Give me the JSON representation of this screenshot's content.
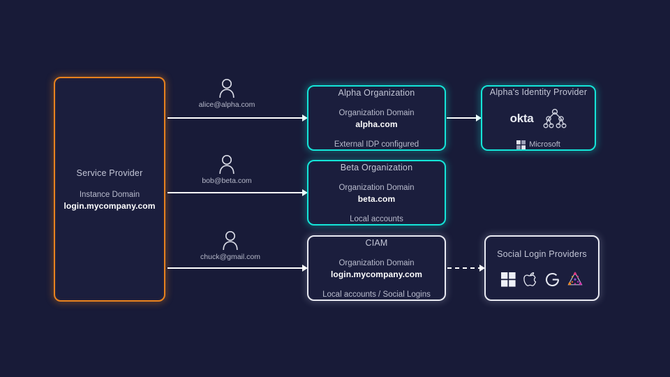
{
  "diagram": {
    "background_color": "#181b38",
    "accent_orange": "#e8821e",
    "accent_cyan": "#14e5d8",
    "accent_white": "#e9eaf2"
  },
  "service_provider": {
    "title": "Service Provider",
    "domain_label": "Instance Domain",
    "domain_value": "login.mycompany.com"
  },
  "users": [
    {
      "icon": "person-icon",
      "email": "alice@alpha.com"
    },
    {
      "icon": "person-icon",
      "email": "bob@beta.com"
    },
    {
      "icon": "person-icon",
      "email": "chuck@gmail.com"
    }
  ],
  "organizations": [
    {
      "title": "Alpha Organization",
      "domain_label": "Organization Domain",
      "domain_value": "alpha.com",
      "footer": "External IDP configured",
      "border_color": "#14e5d8"
    },
    {
      "title": "Beta Organization",
      "domain_label": "Organization Domain",
      "domain_value": "beta.com",
      "footer": "Local accounts",
      "border_color": "#14e5d8"
    },
    {
      "title": "CIAM",
      "domain_label": "Organization Domain",
      "domain_value": "login.mycompany.com",
      "footer": "Local accounts / Social Logins",
      "border_color": "#e9eaf2"
    }
  ],
  "identity_provider": {
    "title": "Alpha's Identity Provider",
    "okta_label": "okta",
    "ldap_icon": "ldap-tree-icon",
    "microsoft_label": "Microsoft",
    "microsoft_icon": "microsoft-squares-icon"
  },
  "social_providers": {
    "title": "Social  Login Providers",
    "icons": [
      "microsoft-squares-icon",
      "apple-icon",
      "google-g-icon",
      "auth0-colored-icon"
    ]
  },
  "connectors": [
    {
      "from": "service-provider",
      "to": "alpha-org",
      "style": "solid"
    },
    {
      "from": "service-provider",
      "to": "beta-org",
      "style": "solid"
    },
    {
      "from": "service-provider",
      "to": "ciam-org",
      "style": "solid"
    },
    {
      "from": "alpha-org",
      "to": "alpha-idp",
      "style": "solid"
    },
    {
      "from": "ciam-org",
      "to": "social-idp",
      "style": "dashed"
    }
  ]
}
